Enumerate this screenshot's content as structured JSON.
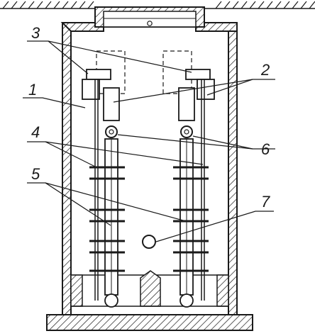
{
  "figure": {
    "callouts": {
      "c1": "1",
      "c2": "2",
      "c3": "3",
      "c4": "4",
      "c5": "5",
      "c6": "6",
      "c7": "7"
    }
  }
}
